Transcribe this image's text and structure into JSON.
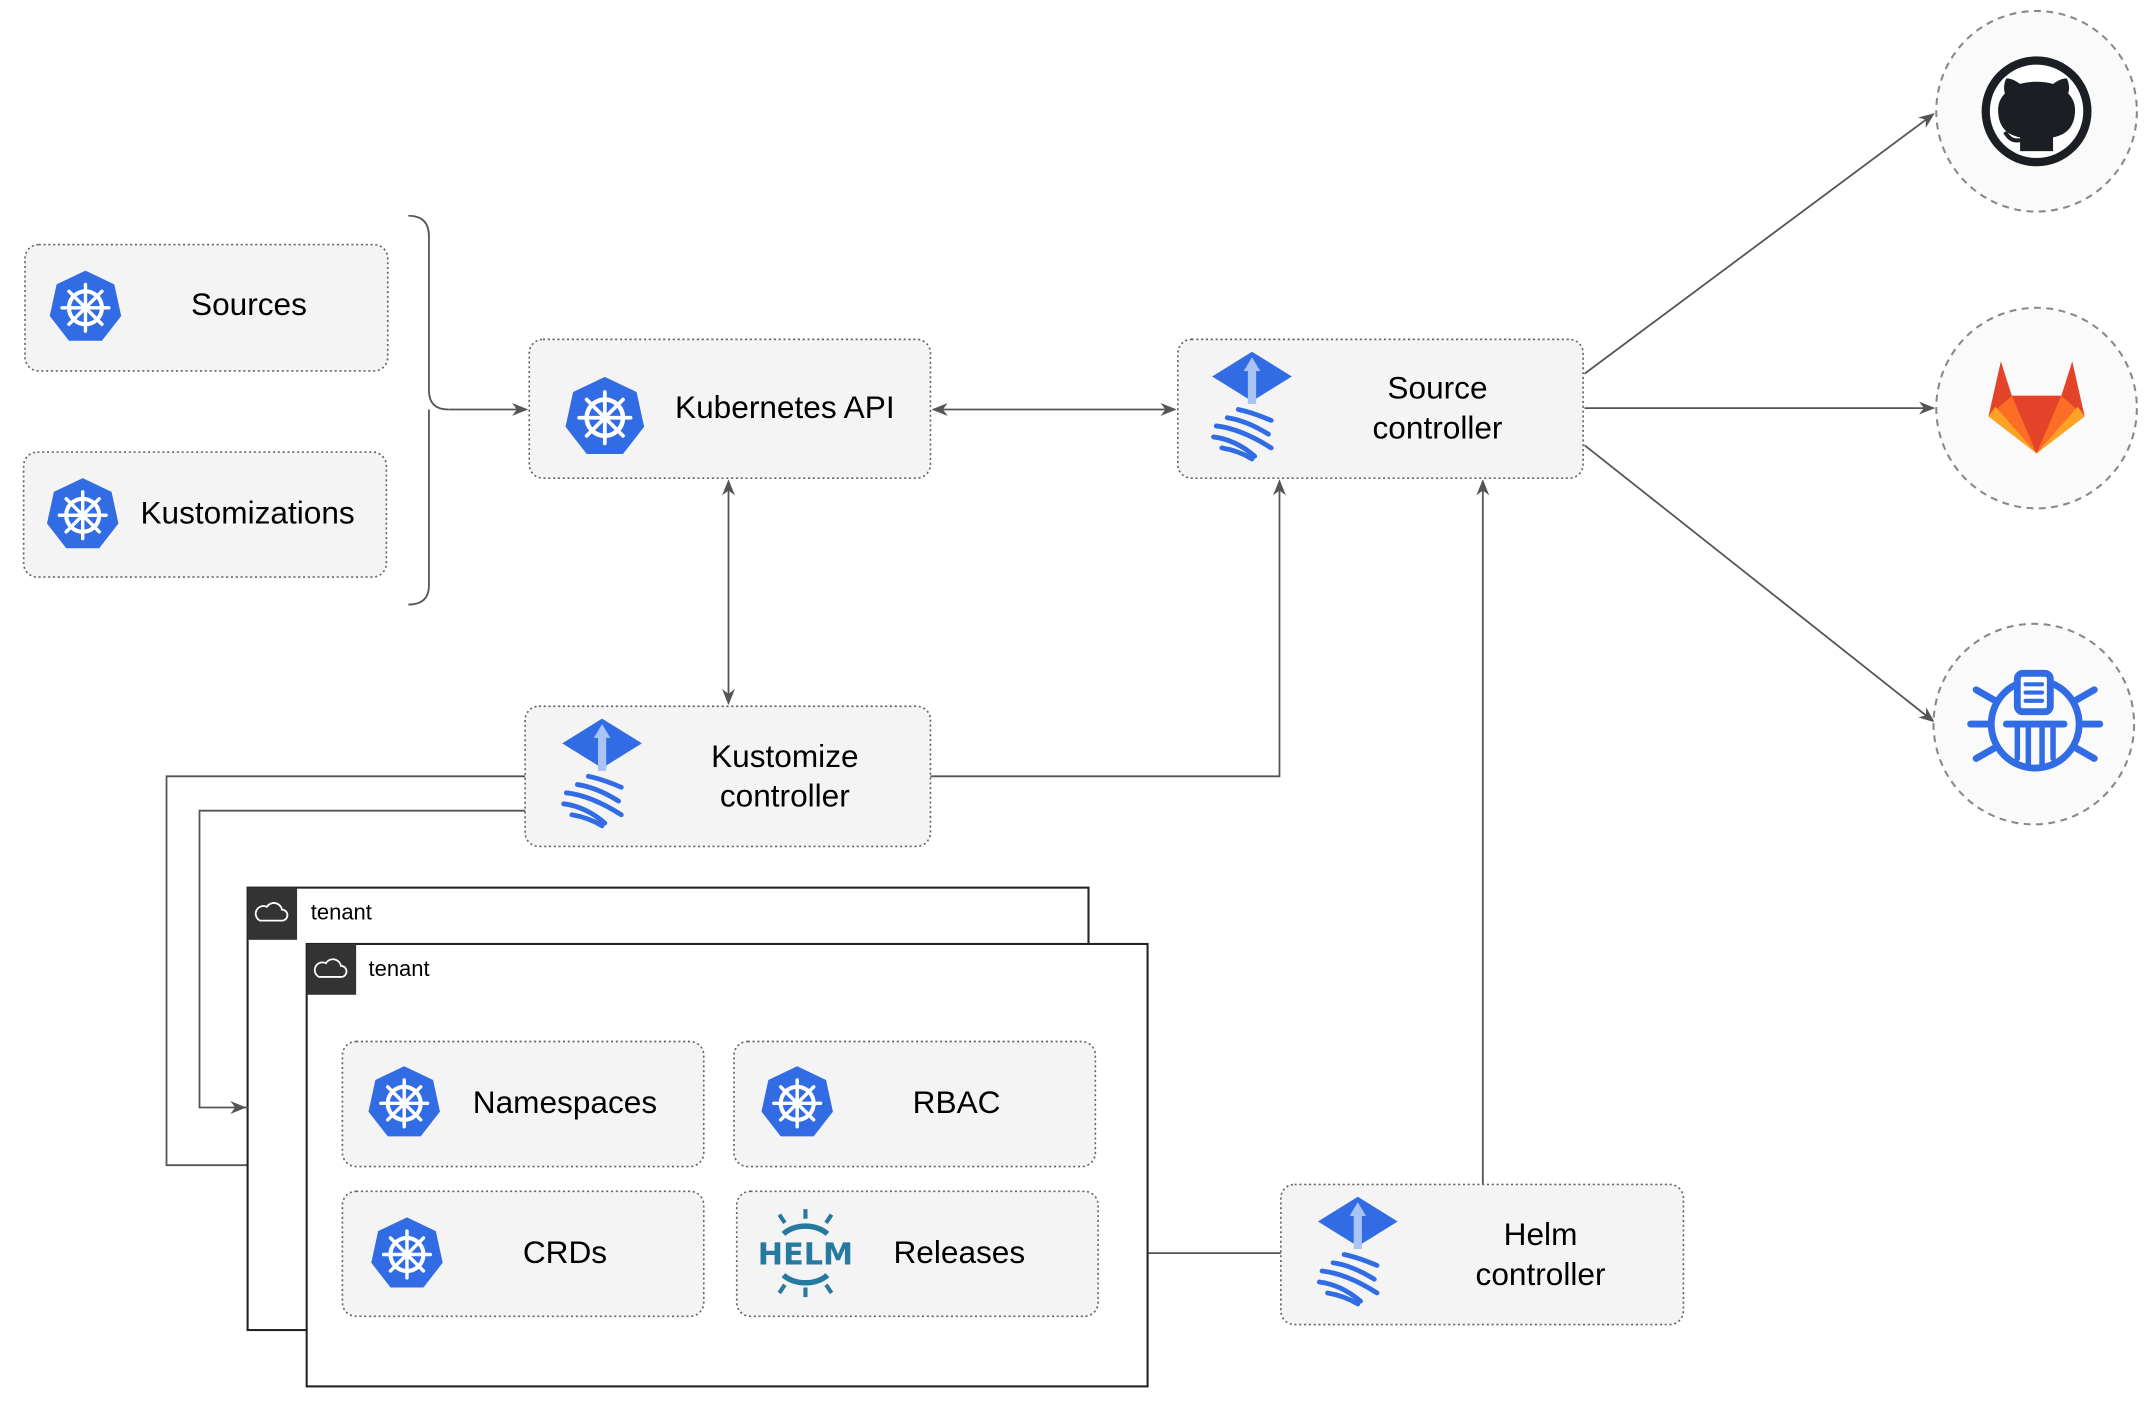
{
  "nodes": {
    "sources": "Sources",
    "kustomizations": "Kustomizations",
    "kubernetes_api": "Kubernetes API",
    "source_controller": [
      "Source",
      "controller"
    ],
    "kustomize_controller": [
      "Kustomize",
      "controller"
    ],
    "helm_controller": [
      "Helm",
      "controller"
    ],
    "namespaces": "Namespaces",
    "rbac": "RBAC",
    "crds": "CRDs",
    "releases": "Releases"
  },
  "tenants": [
    "tenant",
    "tenant"
  ],
  "helm_logo_text": "HELM",
  "external": [
    "github-icon",
    "gitlab-icon",
    "bucket-icon"
  ],
  "colors": {
    "kubernetes": "#326ce5",
    "flux": "#326ce5",
    "helm": "#277a9f",
    "gitlab_orange": "#e24329",
    "github": "#1b1f23"
  }
}
